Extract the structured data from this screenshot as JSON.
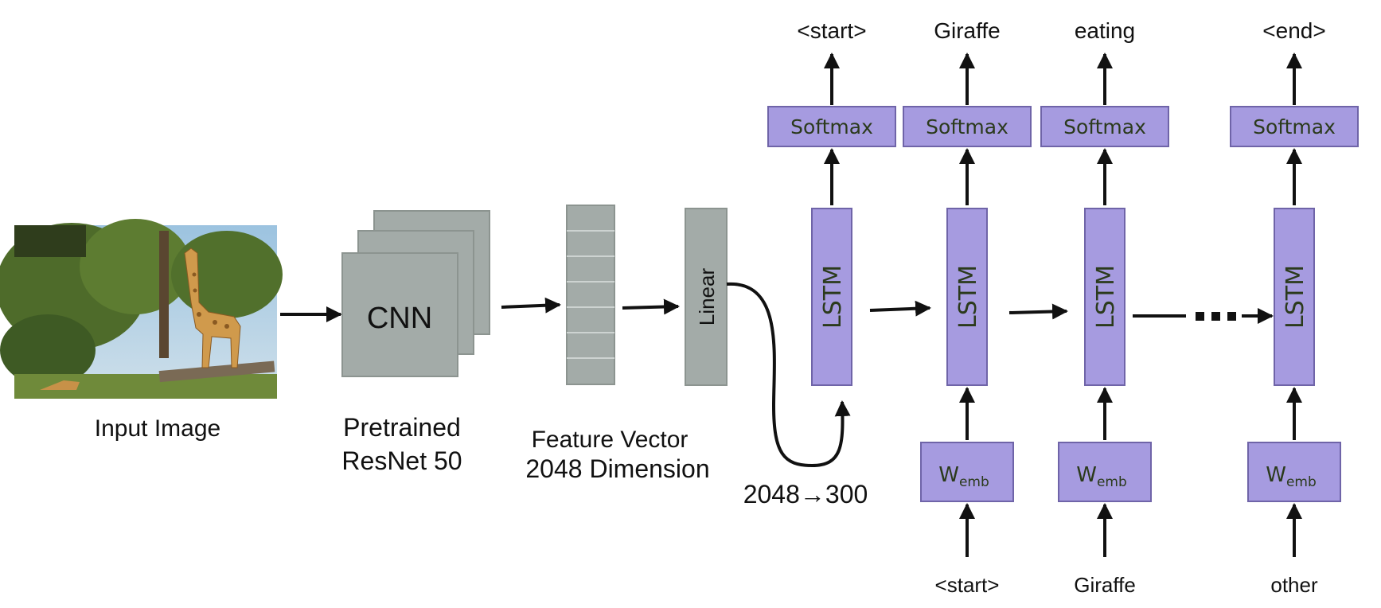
{
  "input": {
    "caption": "Input Image"
  },
  "cnn": {
    "label": "CNN",
    "caption_line1": "Pretrained",
    "caption_line2": "ResNet 50"
  },
  "feature": {
    "caption_line1": "Feature Vector",
    "caption_line2": "2048 Dimension"
  },
  "linear": {
    "label": "Linear",
    "caption": "2048→300"
  },
  "decoder": {
    "columns": [
      {
        "output": "<start>",
        "softmax": "Softmax",
        "lstm": "LSTM",
        "input": "",
        "wemb": ""
      },
      {
        "output": "Giraffe",
        "softmax": "Softmax",
        "lstm": "LSTM",
        "input": "<start>",
        "wemb": "W",
        "wemb_sub": "emb"
      },
      {
        "output": "eating",
        "softmax": "Softmax",
        "lstm": "LSTM",
        "input": "Giraffe",
        "wemb": "W",
        "wemb_sub": "emb"
      },
      {
        "output": "<end>",
        "softmax": "Softmax",
        "lstm": "LSTM",
        "input": "other",
        "wemb": "W",
        "wemb_sub": "emb"
      }
    ]
  },
  "colors": {
    "gray_box": "#a3aba8",
    "purple_box": "#a69be0",
    "arrow": "#111111"
  }
}
